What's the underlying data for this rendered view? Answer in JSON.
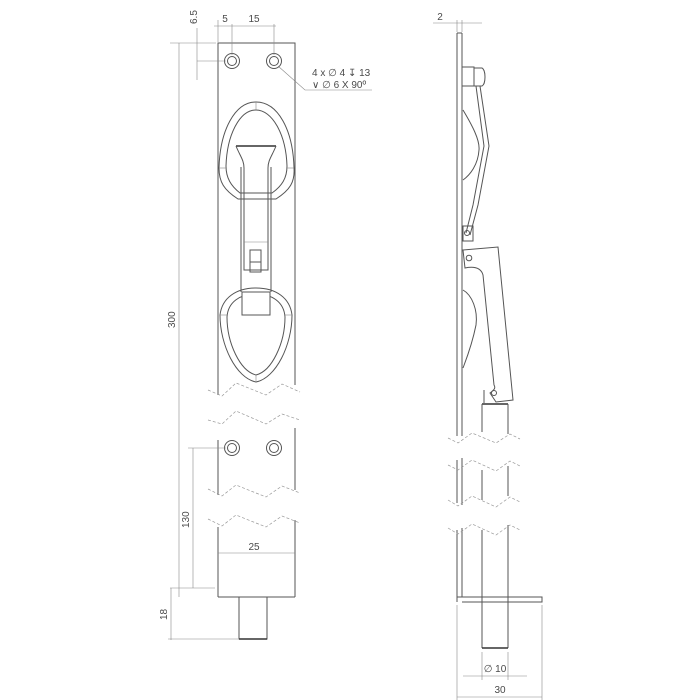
{
  "drawing": {
    "type": "technical-drawing",
    "subject": "flush bolt",
    "front_view": {
      "dimensions": {
        "top_offset": "6.5",
        "hole_edge_offset": "5",
        "hole_spacing": "15",
        "overall_length": "300",
        "lower_hole_height": "130",
        "width": "25",
        "bolt_projection": "18"
      },
      "hole_callout": {
        "line1": "4 x ∅ 4 ↧ 13",
        "line2": "∨ ∅ 6 X 90º"
      }
    },
    "side_view": {
      "dimensions": {
        "plate_thickness": "2",
        "bolt_diameter": "∅ 10",
        "depth": "30"
      }
    }
  }
}
